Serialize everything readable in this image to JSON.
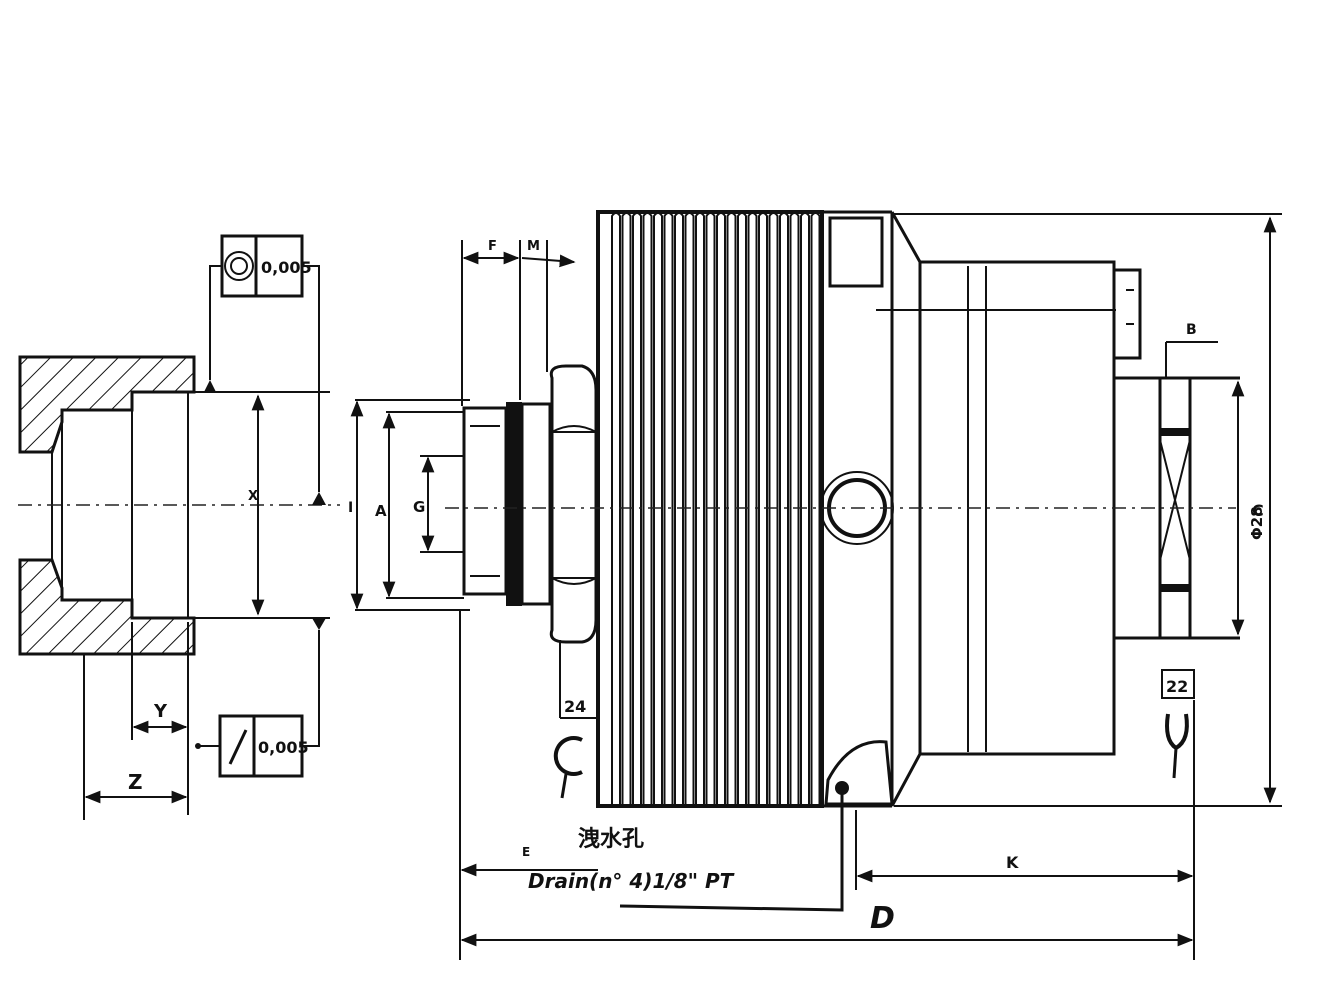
{
  "labels": {
    "tol1": "0,005",
    "tol2": "0,005",
    "x": "X",
    "y": "Y",
    "z": "Z",
    "i": "I",
    "a": "A",
    "g": "G",
    "f": "F",
    "m": "M",
    "e": "E",
    "b": "B",
    "c": "C",
    "k": "K",
    "d": "D",
    "phi": "Φ28",
    "wrench_left": "24",
    "wrench_right": "22",
    "drain_cn": "洩水孔",
    "drain": "Drain(n° 4)1/8\" PT"
  },
  "icons": {
    "concentricity": "concentricity-icon",
    "runout": "runout-icon",
    "wrench_left": "wrench-icon",
    "wrench_right": "wrench-icon"
  }
}
